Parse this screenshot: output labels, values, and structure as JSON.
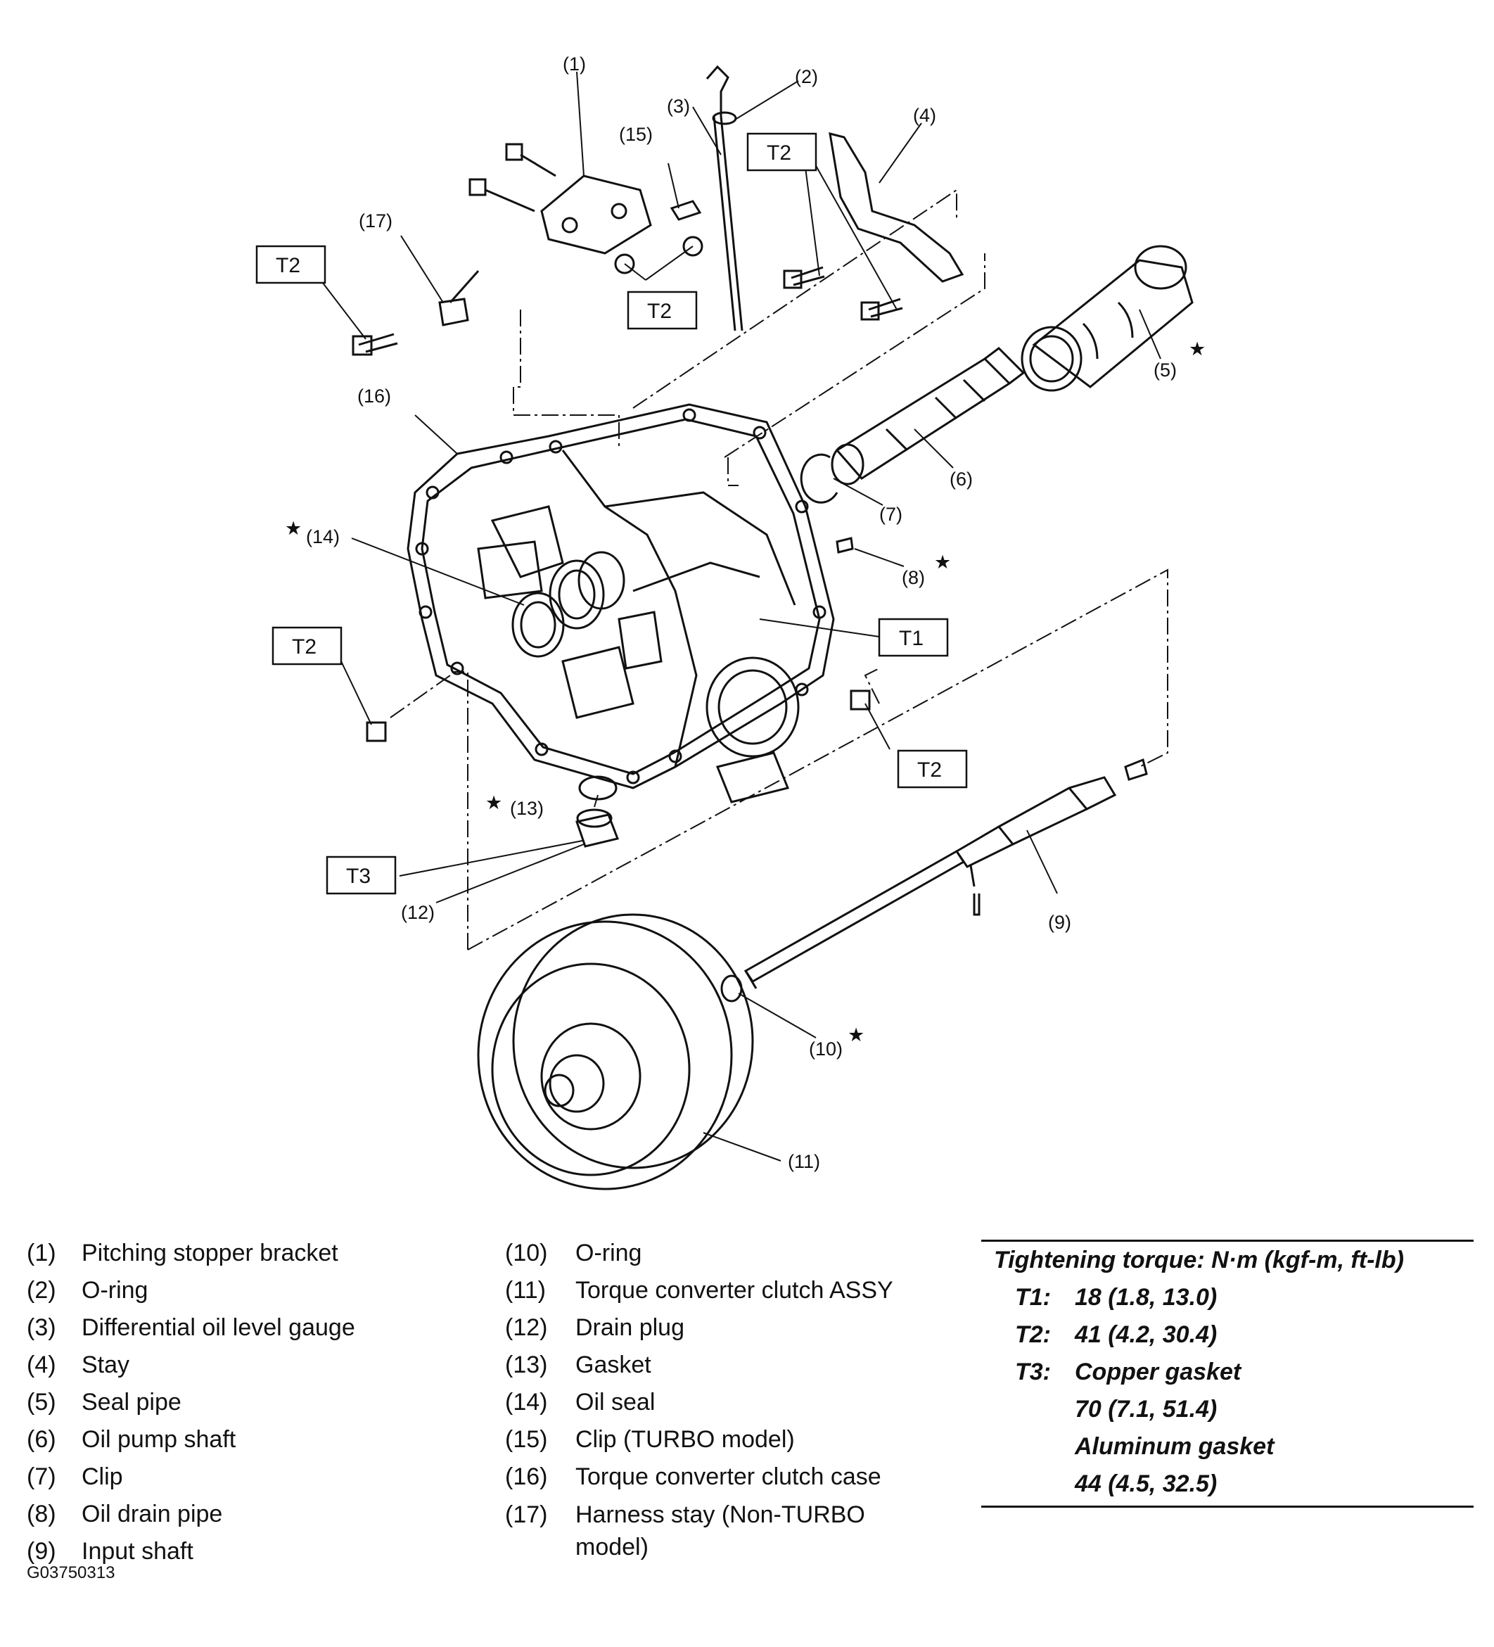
{
  "callouts": [
    "(1)",
    "(2)",
    "(3)",
    "(4)",
    "(5)",
    "(6)",
    "(7)",
    "(8)",
    "(9)",
    "(10)",
    "(11)",
    "(12)",
    "(13)",
    "(14)",
    "(15)",
    "(16)",
    "(17)"
  ],
  "torque_tags": {
    "t1": "T1",
    "t2": "T2",
    "t3": "T3"
  },
  "star_glyph": "★",
  "legend": [
    {
      "num": "(1)",
      "text": "Pitching stopper bracket"
    },
    {
      "num": "(2)",
      "text": "O-ring"
    },
    {
      "num": "(3)",
      "text": "Differential oil level gauge"
    },
    {
      "num": "(4)",
      "text": "Stay"
    },
    {
      "num": "(5)",
      "text": "Seal pipe"
    },
    {
      "num": "(6)",
      "text": "Oil pump shaft"
    },
    {
      "num": "(7)",
      "text": "Clip"
    },
    {
      "num": "(8)",
      "text": "Oil drain pipe"
    },
    {
      "num": "(9)",
      "text": "Input shaft"
    },
    {
      "num": "(10)",
      "text": "O-ring"
    },
    {
      "num": "(11)",
      "text": "Torque converter clutch ASSY"
    },
    {
      "num": "(12)",
      "text": "Drain plug"
    },
    {
      "num": "(13)",
      "text": "Gasket"
    },
    {
      "num": "(14)",
      "text": "Oil seal"
    },
    {
      "num": "(15)",
      "text": "Clip (TURBO model)"
    },
    {
      "num": "(16)",
      "text": "Torque converter clutch case"
    },
    {
      "num": "(17)",
      "text": "Harness stay (Non-TURBO model)"
    }
  ],
  "torque": {
    "title": "Tightening torque: N·m (kgf-m, ft-lb)",
    "rows": [
      {
        "key": "T1:",
        "value": "18 (1.8, 13.0)"
      },
      {
        "key": "T2:",
        "value": "41 (4.2, 30.4)"
      },
      {
        "key": "T3:",
        "value": "Copper gasket"
      },
      {
        "key": "",
        "value": "70 (7.1, 51.4)"
      },
      {
        "key": "",
        "value": "Aluminum gasket"
      },
      {
        "key": "",
        "value": "44 (4.5, 32.5)"
      }
    ]
  },
  "figure_code": "G03750313"
}
